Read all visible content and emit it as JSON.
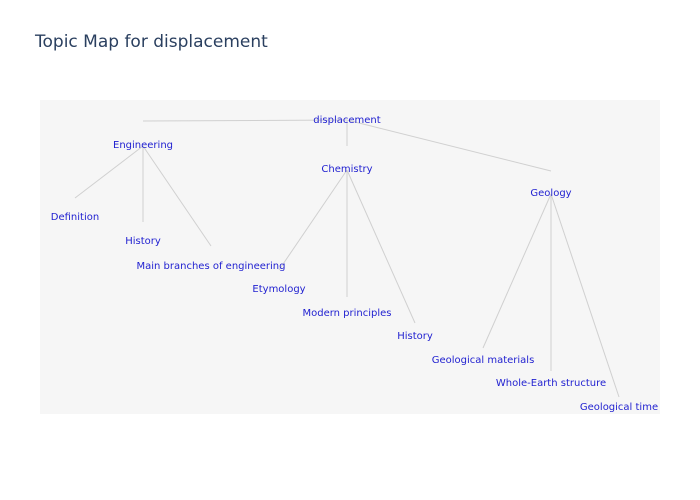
{
  "title": "Topic Map for displacement",
  "colors": {
    "node_text": "#1f1fd0",
    "edge": "#d0d0d0",
    "plot_bg": "#f6f6f6",
    "title": "#2a3f5f"
  },
  "nodes": {
    "root": "displacement",
    "engineering": "Engineering",
    "chemistry": "Chemistry",
    "geology": "Geology",
    "eng_definition": "Definition",
    "eng_history": "History",
    "eng_branches": "Main branches of engineering",
    "chem_etymology": "Etymology",
    "chem_modern": "Modern principles",
    "chem_history": "History",
    "geo_materials": "Geological materials",
    "geo_structure": "Whole-Earth structure",
    "geo_time": "Geological time"
  },
  "edges": [
    [
      "root",
      "engineering"
    ],
    [
      "root",
      "chemistry"
    ],
    [
      "root",
      "geology"
    ],
    [
      "engineering",
      "eng_definition"
    ],
    [
      "engineering",
      "eng_history"
    ],
    [
      "engineering",
      "eng_branches"
    ],
    [
      "chemistry",
      "chem_etymology"
    ],
    [
      "chemistry",
      "chem_modern"
    ],
    [
      "chemistry",
      "chem_history"
    ],
    [
      "geology",
      "geo_materials"
    ],
    [
      "geology",
      "geo_structure"
    ],
    [
      "geology",
      "geo_time"
    ]
  ]
}
